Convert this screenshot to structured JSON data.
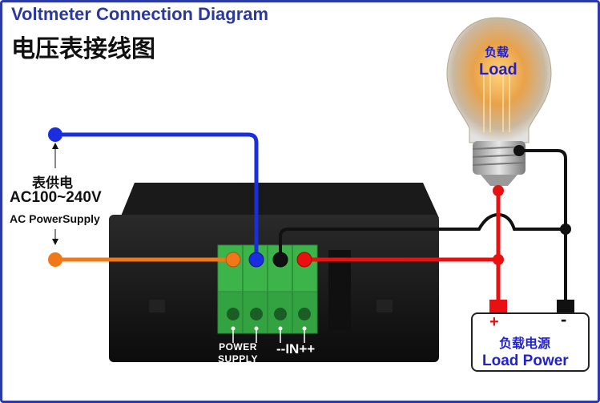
{
  "header": {
    "title_en": "Voltmeter Connection Diagram",
    "title_cn": "电压表接线图"
  },
  "supply_label": {
    "cn": "表供电",
    "range": "AC100~240V",
    "en": "AC PowerSupply"
  },
  "bulb_label": {
    "cn": "负载",
    "en": "Load"
  },
  "terminals": {
    "power_line1": "POWER",
    "power_line2": "SUPPLY",
    "input": "--IN++"
  },
  "load_power": {
    "plus": "+",
    "minus": "-",
    "cn": "负载电源",
    "en": "Load Power"
  },
  "colors": {
    "blue_wire": "#1a2ee0",
    "orange_wire": "#f07818",
    "red_wire": "#e81010",
    "black_wire": "#111111",
    "frame": "#2c3aa8",
    "terminal_green": "#3cb44a"
  }
}
